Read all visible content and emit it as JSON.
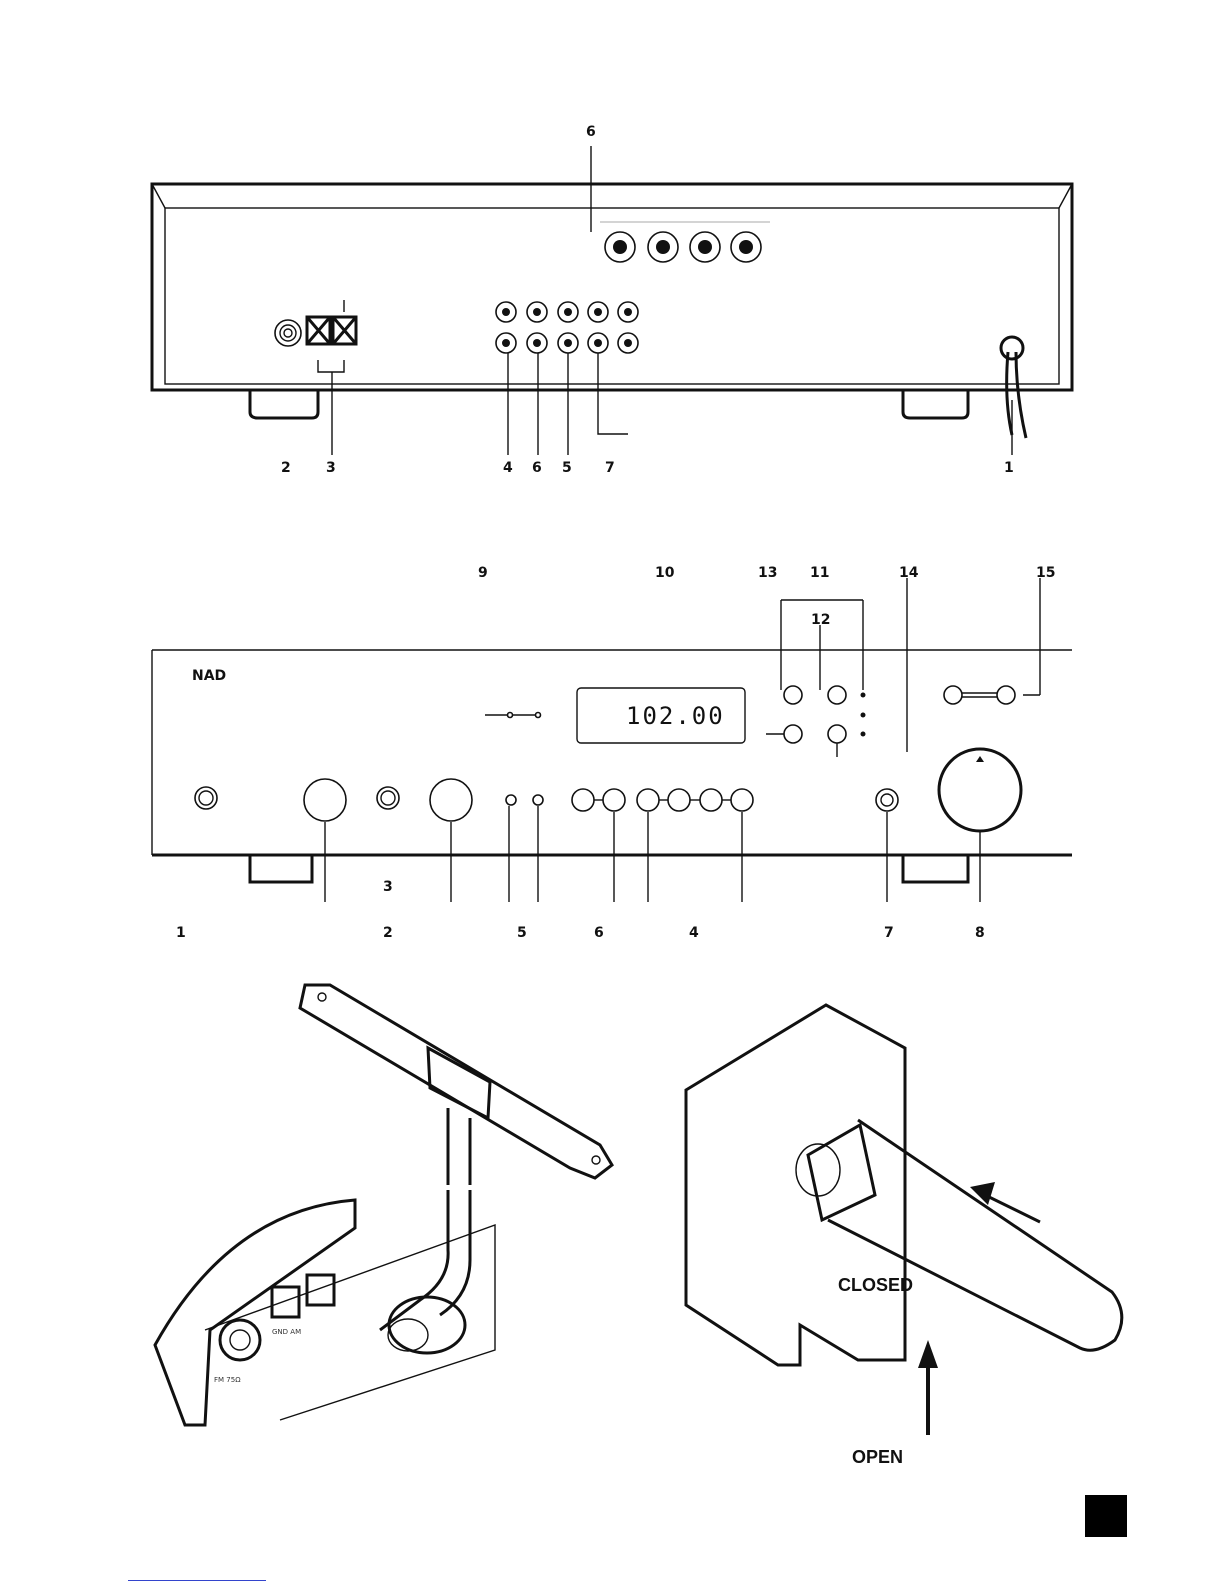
{
  "rear_panel": {
    "callouts": {
      "c1": "1",
      "c2": "2",
      "c3": "3",
      "c4": "4",
      "c5": "5",
      "c6_lower": "6",
      "c6_top": "6",
      "c7": "7"
    }
  },
  "front_panel": {
    "brand": "NAD",
    "frequency_display": "102.00",
    "callouts_top": {
      "c9": "9",
      "c10": "10",
      "c13": "13",
      "c11": "11",
      "c12": "12",
      "c14": "14",
      "c15": "15"
    },
    "callouts_bottom": {
      "c1": "1",
      "c3": "3",
      "c2": "2",
      "c5": "5",
      "c6": "6",
      "c4": "4",
      "c7": "7",
      "c8": "8"
    }
  },
  "antenna_figure": {
    "jack_label_fm": "FM 75Ω",
    "jack_label_am": "GND  AM"
  },
  "terminal_figure": {
    "closed_label": "CLOSED",
    "open_label": "OPEN"
  }
}
